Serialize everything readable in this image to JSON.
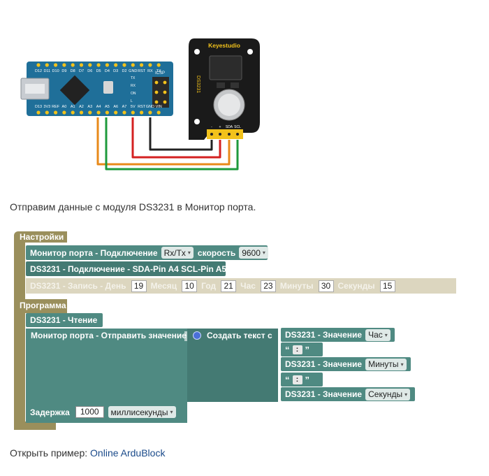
{
  "diagram": {
    "board_pins_top": [
      "D12",
      "D11",
      "D10",
      "D9",
      "D8",
      "D7",
      "D6",
      "D5",
      "D4",
      "D3",
      "D2",
      "GND",
      "RST",
      "RX",
      "TX"
    ],
    "board_pins_bottom": [
      "D13",
      "3V3",
      "REF",
      "A0",
      "A1",
      "A2",
      "A3",
      "A4",
      "A5",
      "A6",
      "A7",
      "5V",
      "RST",
      "GND",
      "VIN"
    ],
    "board_side_labels": [
      "TX",
      "RX",
      "ON",
      "L"
    ],
    "icsp_label": "ICSP",
    "module_brand": "Keyestudio",
    "module_name": "DS3231",
    "module_pin_labels": [
      "-",
      "+",
      "SDA",
      "SCL"
    ],
    "wire_colors": {
      "black": "#222222",
      "red": "#d42121",
      "orange": "#e88a1a",
      "green": "#1e9a3c",
      "board": "#1f6f99",
      "module": "#1a1a1a",
      "header": "#f2c21b"
    }
  },
  "text": {
    "intro": "Отправим данные с модуля DS3231 в Монитор порта.",
    "open_example": "Открыть пример:",
    "link": "Online ArduBlock"
  },
  "blocks": {
    "setup_label": "Настройки",
    "serial_connect": "Монитор порта - Подключение",
    "serial_port": "Rx/Tx",
    "speed_label": "скорость",
    "speed_value": "9600",
    "ds_connect": "DS3231 - Подключение - SDA-Pin A4 SCL-Pin A5",
    "ds_write": "DS3231 - Запись - День",
    "day_value": "19",
    "month_label": "Месяц",
    "month_value": "10",
    "year_label": "Год",
    "year_value": "21",
    "hour_label": "Час",
    "hour_value": "23",
    "minutes_label": "Минуты",
    "minutes_value": "30",
    "seconds_label": "Секунды",
    "seconds_value": "15",
    "program_label": "Программа",
    "ds_read": "DS3231 - Чтение",
    "serial_send": "Монитор порта - Отправить значение",
    "create_text": "Создать текст с",
    "ds_value": "DS3231 - Значение",
    "hour_opt": "Час",
    "minutes_opt": "Минуты",
    "seconds_opt": "Секунды",
    "quote_open": "“",
    "quote_close": "”",
    "colon": ":",
    "delay": "Задержка",
    "delay_value": "1000",
    "delay_unit": "миллисекунды"
  }
}
